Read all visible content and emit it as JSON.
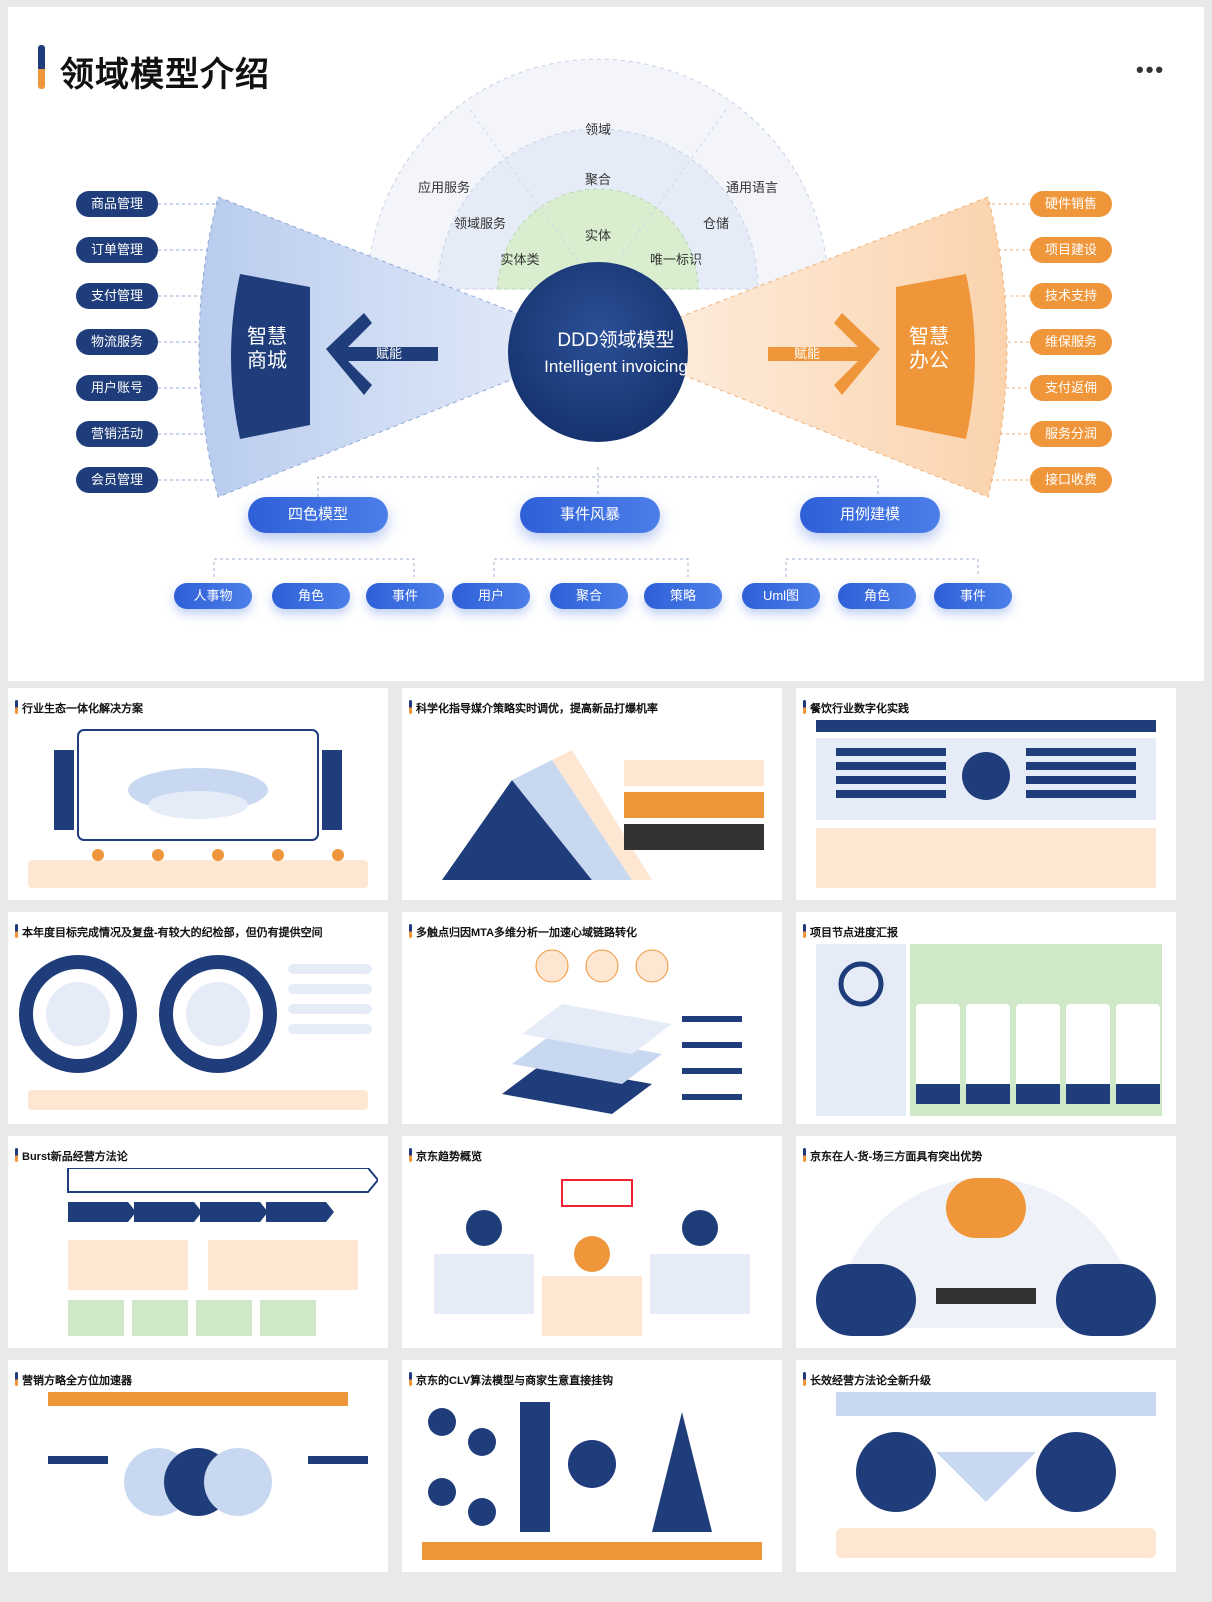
{
  "main": {
    "title": "领域模型介绍",
    "menu_dots": "•••",
    "center": {
      "title": "DDD领域模型",
      "subtitle": "Intelligent invoicing"
    },
    "left_wing": {
      "label_line1": "智慧",
      "label_line2": "商城",
      "enable": "赋能"
    },
    "right_wing": {
      "label_line1": "智慧",
      "label_line2": "办公",
      "enable": "赋能"
    },
    "arc_labels": {
      "outer": [
        "领域",
        "应用服务",
        "通用语言"
      ],
      "middle": [
        "聚合",
        "领域服务",
        "仓储"
      ],
      "inner": [
        "实体",
        "实体类",
        "唯一标识"
      ]
    },
    "left_items": [
      "商品管理",
      "订单管理",
      "支付管理",
      "物流服务",
      "用户账号",
      "营销活动",
      "会员管理"
    ],
    "right_items": [
      "硬件销售",
      "项目建设",
      "技术支持",
      "维保服务",
      "支付返佣",
      "服务分润",
      "接口收费"
    ],
    "groups": [
      {
        "label": "四色模型",
        "children": [
          "人事物",
          "角色",
          "事件"
        ]
      },
      {
        "label": "事件风暴",
        "children": [
          "用户",
          "聚合",
          "策略"
        ]
      },
      {
        "label": "用例建模",
        "children": [
          "Uml图",
          "角色",
          "事件"
        ]
      }
    ],
    "colors": {
      "navy": "#1f3d7a",
      "orange": "#f0963a",
      "blue": "#3564dc",
      "green": "#cfe9c8",
      "light_blue": "#c9d8f1"
    }
  },
  "thumbnails": [
    {
      "title": "行业生态一体化解决方案"
    },
    {
      "title": "科学化指导媒介策略实时调优，提高新品打爆机率"
    },
    {
      "title": "餐饮行业数字化实践"
    },
    {
      "title": "本年度目标完成情况及复盘-有较大的纪检部，但仍有提供空间"
    },
    {
      "title": "多触点归因MTA多维分析一加速心域链路转化"
    },
    {
      "title": "项目节点进度汇报"
    },
    {
      "title": "Burst新品经营方法论"
    },
    {
      "title": "京东趋势概览"
    },
    {
      "title": "京东在人-货-场三方面具有突出优势"
    },
    {
      "title": "营销方略全方位加速器"
    },
    {
      "title": "京东的CLV算法模型与商家生意直接挂钩"
    },
    {
      "title": "长效经营方法论全新升级"
    }
  ]
}
